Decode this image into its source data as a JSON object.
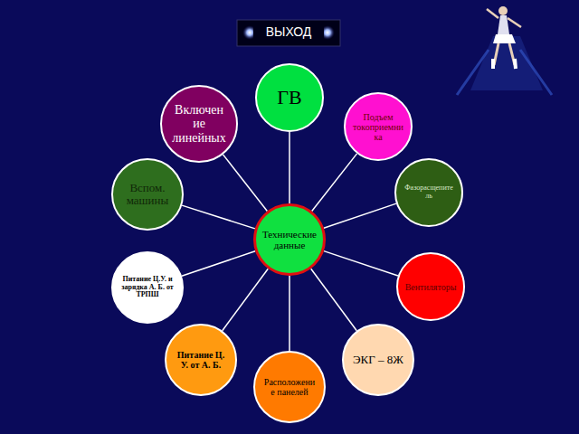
{
  "diagram": {
    "nodes": [
      {
        "text": [
          "ВЫХОД"
        ]
      },
      {
        "text": [
          "Включение линейных"
        ]
      },
      {
        "text": [
          "ГВ"
        ]
      },
      {
        "text": [
          "Подъем токоприемника"
        ]
      },
      {
        "text": [
          "Вспом. машины"
        ]
      },
      {
        "text": [
          "Фазорасщепитель"
        ]
      },
      {
        "text": [
          "Технические данные"
        ]
      },
      {
        "text": [
          "Питание Ц.У. и зарядка А. Б. от ТРПШ"
        ]
      },
      {
        "text": [
          "Вентиляторы"
        ]
      },
      {
        "text": [
          "Питание Ц. У. от А. Б."
        ]
      },
      {
        "text": [
          "ЭКГ – 8Ж"
        ]
      },
      {
        "text": [
          "Расположение панелей"
        ]
      }
    ],
    "edges": [
      {
        "from": 6,
        "to": 1,
        "arrow": "none"
      },
      {
        "from": 6,
        "to": 2,
        "arrow": "none"
      },
      {
        "from": 6,
        "to": 3,
        "arrow": "none"
      },
      {
        "from": 6,
        "to": 4,
        "arrow": "none"
      },
      {
        "from": 6,
        "to": 5,
        "arrow": "none"
      },
      {
        "from": 6,
        "to": 7,
        "arrow": "none"
      },
      {
        "from": 6,
        "to": 8,
        "arrow": "none"
      },
      {
        "from": 6,
        "to": 9,
        "arrow": "none"
      },
      {
        "from": 6,
        "to": 10,
        "arrow": "none"
      },
      {
        "from": 6,
        "to": 11,
        "arrow": "none"
      }
    ]
  }
}
